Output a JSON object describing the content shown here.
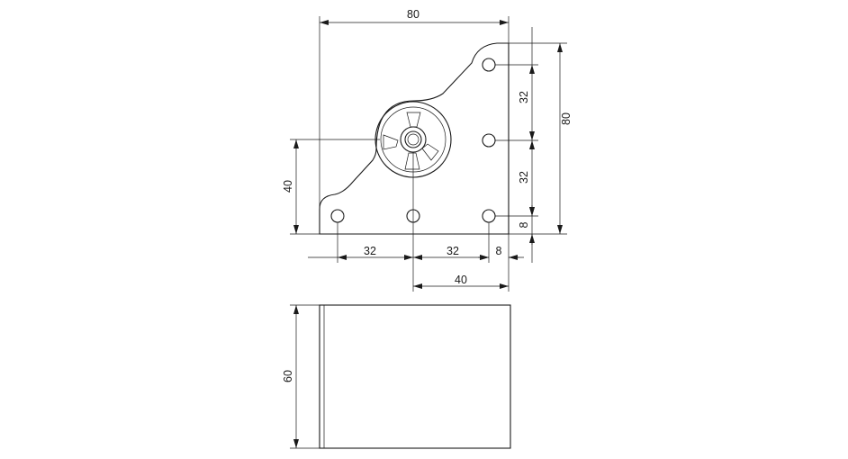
{
  "dimensions": {
    "overall_width": "80",
    "overall_height": "80",
    "hole_spacing_vertical_top": "32",
    "hole_spacing_vertical_mid": "32",
    "hole_offset_vertical_bottom": "8",
    "hole_spacing_horizontal_left": "32",
    "hole_spacing_horizontal_mid": "32",
    "hole_offset_horizontal_right": "8",
    "center_offset_horizontal": "40",
    "center_offset_vertical": "40",
    "leg_height": "60"
  },
  "colors": {
    "line": "#1a1a1a",
    "background": "#ffffff"
  }
}
